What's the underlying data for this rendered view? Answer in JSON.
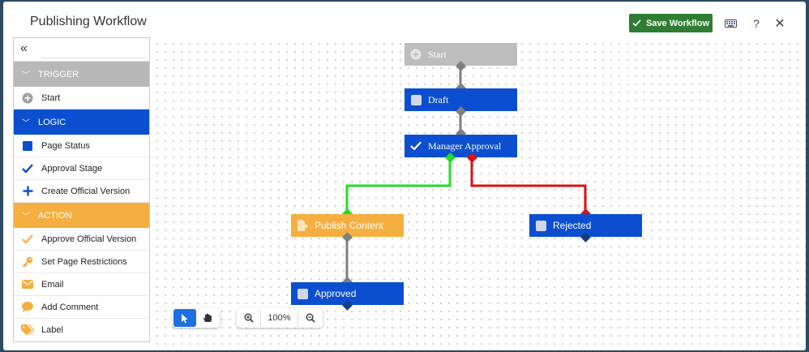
{
  "dialog": {
    "title": "Publishing Workflow",
    "save_label": "Save Workflow",
    "help_label": "?",
    "close_label": "✕"
  },
  "sidebar": {
    "collapse_label": "«",
    "sections": [
      {
        "label": "TRIGGER",
        "color": "#b8b8b8",
        "items": [
          {
            "label": "Start",
            "icon": "plus-circle-icon"
          }
        ]
      },
      {
        "label": "LOGIC",
        "color": "#0b4fd0",
        "items": [
          {
            "label": "Page Status",
            "icon": "square-icon"
          },
          {
            "label": "Approval Stage",
            "icon": "checkmark-icon"
          },
          {
            "label": "Create Official Version",
            "icon": "plus-icon"
          }
        ]
      },
      {
        "label": "ACTION",
        "color": "#f5ae40",
        "items": [
          {
            "label": "Approve Official Version",
            "icon": "check-icon"
          },
          {
            "label": "Set Page Restrictions",
            "icon": "key-icon"
          },
          {
            "label": "Email",
            "icon": "envelope-icon"
          },
          {
            "label": "Add Comment",
            "icon": "comment-icon"
          },
          {
            "label": "Label",
            "icon": "tag-icon"
          }
        ]
      }
    ]
  },
  "colors": {
    "trigger": "#bdbdbd",
    "logic": "#0b4fd0",
    "action": "#f5ae40",
    "approve_edge": "#22dd22",
    "reject_edge": "#dd1111",
    "edge": "#808080",
    "save": "#2e7d32"
  },
  "canvas": {
    "nodes": [
      {
        "id": "start",
        "label": "Start"
      },
      {
        "id": "draft",
        "label": "Draft"
      },
      {
        "id": "manager",
        "label": "Manager Approval"
      },
      {
        "id": "publish",
        "label": "Publish Content"
      },
      {
        "id": "rejected",
        "label": "Rejected"
      },
      {
        "id": "approved",
        "label": "Approved"
      }
    ]
  },
  "toolbar": {
    "zoom_label": "100%"
  }
}
